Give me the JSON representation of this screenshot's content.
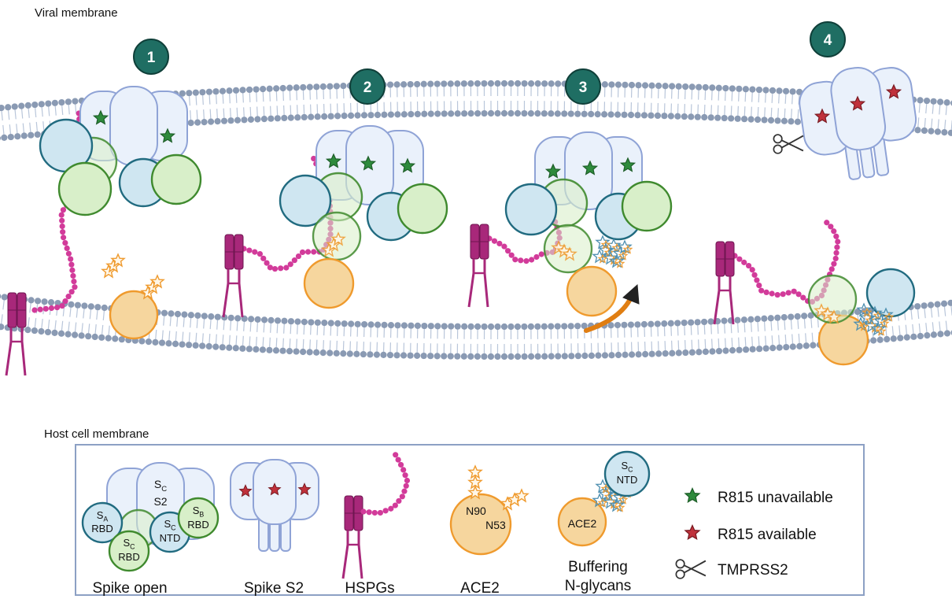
{
  "membranes": {
    "viral_label": "Viral membrane",
    "host_label": "Host cell membrane"
  },
  "steps": [
    "1",
    "2",
    "3",
    "4"
  ],
  "colors": {
    "membrane_head": "#8a9ab3",
    "membrane_tail": "#b9c6da",
    "step_circle": "#1f6e63",
    "s2_fill": "#eaf1fb",
    "s2_stroke": "#8fa3d6",
    "ntd_fill": "#cfe6f1",
    "ntd_stroke": "#216b80",
    "rbd_fill": "#d8efc9",
    "rbd_stroke": "#3f8a2e",
    "hspg": "#a8287a",
    "hspg_chain": "#d23b9a",
    "ace2_fill": "#f6d69e",
    "ace2_stroke": "#ef9a2d",
    "green_star": "#2e8b3c",
    "red_star": "#c0313b",
    "arrow": "#e07e12"
  },
  "legend": {
    "spike_open": {
      "caption": "Spike open",
      "s2_sub": "C",
      "s2_label": "S2",
      "sa_sub": "A",
      "sa_label": "RBD",
      "sb_sub": "B",
      "sb_label": "RBD",
      "sc_rbd_sub": "C",
      "sc_rbd_label": "RBD",
      "sc_ntd_sub": "C",
      "sc_ntd_label": "NTD",
      "s_prefix": "S"
    },
    "spike_s2": {
      "caption": "Spike S2"
    },
    "hspgs": {
      "caption": "HSPGs"
    },
    "ace2": {
      "caption": "ACE2",
      "n90": "N90",
      "n53": "N53"
    },
    "buffering": {
      "caption_line1": "Buffering",
      "caption_line2": "N-glycans",
      "ace2_label": "ACE2",
      "ntd_prefix": "S",
      "ntd_sub": "C",
      "ntd_label": "NTD"
    },
    "r815_unavailable": "R815 unavailable",
    "r815_available": "R815 available",
    "tmprss2": "TMPRSS2"
  }
}
